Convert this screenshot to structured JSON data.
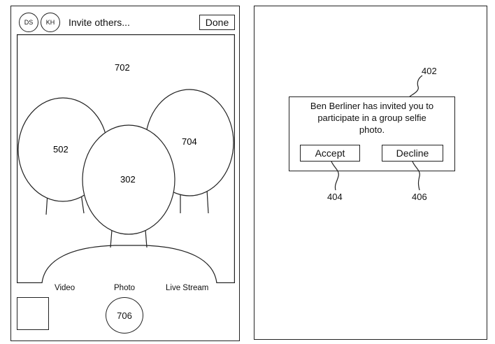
{
  "left_phone": {
    "avatars": [
      "DS",
      "KH"
    ],
    "invite_label": "Invite others...",
    "done_label": "Done",
    "viewfinder_ref": "702",
    "person_left_ref": "502",
    "person_right_ref": "704",
    "person_center_ref": "302",
    "modes": [
      "Video",
      "Photo",
      "Live Stream"
    ],
    "shutter_ref": "706"
  },
  "right_phone": {
    "dialog_ref": "402",
    "dialog_lines": [
      "Ben Berliner has invited you to",
      "participate in a group selfie",
      "photo."
    ],
    "accept_label": "Accept",
    "decline_label": "Decline",
    "accept_ref": "404",
    "decline_ref": "406"
  }
}
